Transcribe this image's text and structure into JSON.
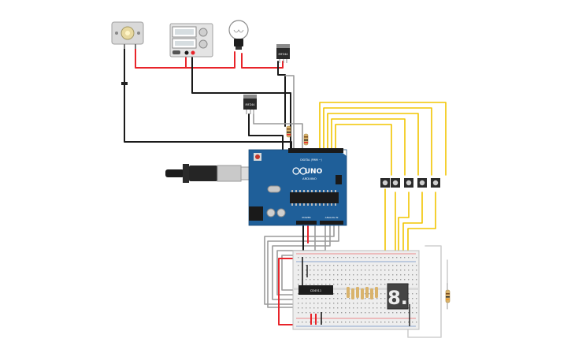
{
  "board": {
    "brand_label": "UNO",
    "model_label": "ARDUINO",
    "digital_header_label": "DIGITAL (PWM ~)",
    "analog_header_label": "ANALOG IN",
    "power_label": "POWER"
  },
  "components": {
    "regulator_a_label": "IRFZ44",
    "regulator_b_label": "IRFZ44",
    "ic_label": "CD4511",
    "seven_segment_digit": "8."
  },
  "colors": {
    "red_wire": "#e8242a",
    "black_wire": "#1a1a1a",
    "yellow_wire": "#f2c500",
    "gray_wire": "#9a9a9a",
    "board_blue": "#1f5f99"
  },
  "icons": [
    "dc-motor-icon",
    "power-supply-icon",
    "light-bulb-icon",
    "usb-cable-icon",
    "push-button-icon",
    "resistor-icon"
  ]
}
